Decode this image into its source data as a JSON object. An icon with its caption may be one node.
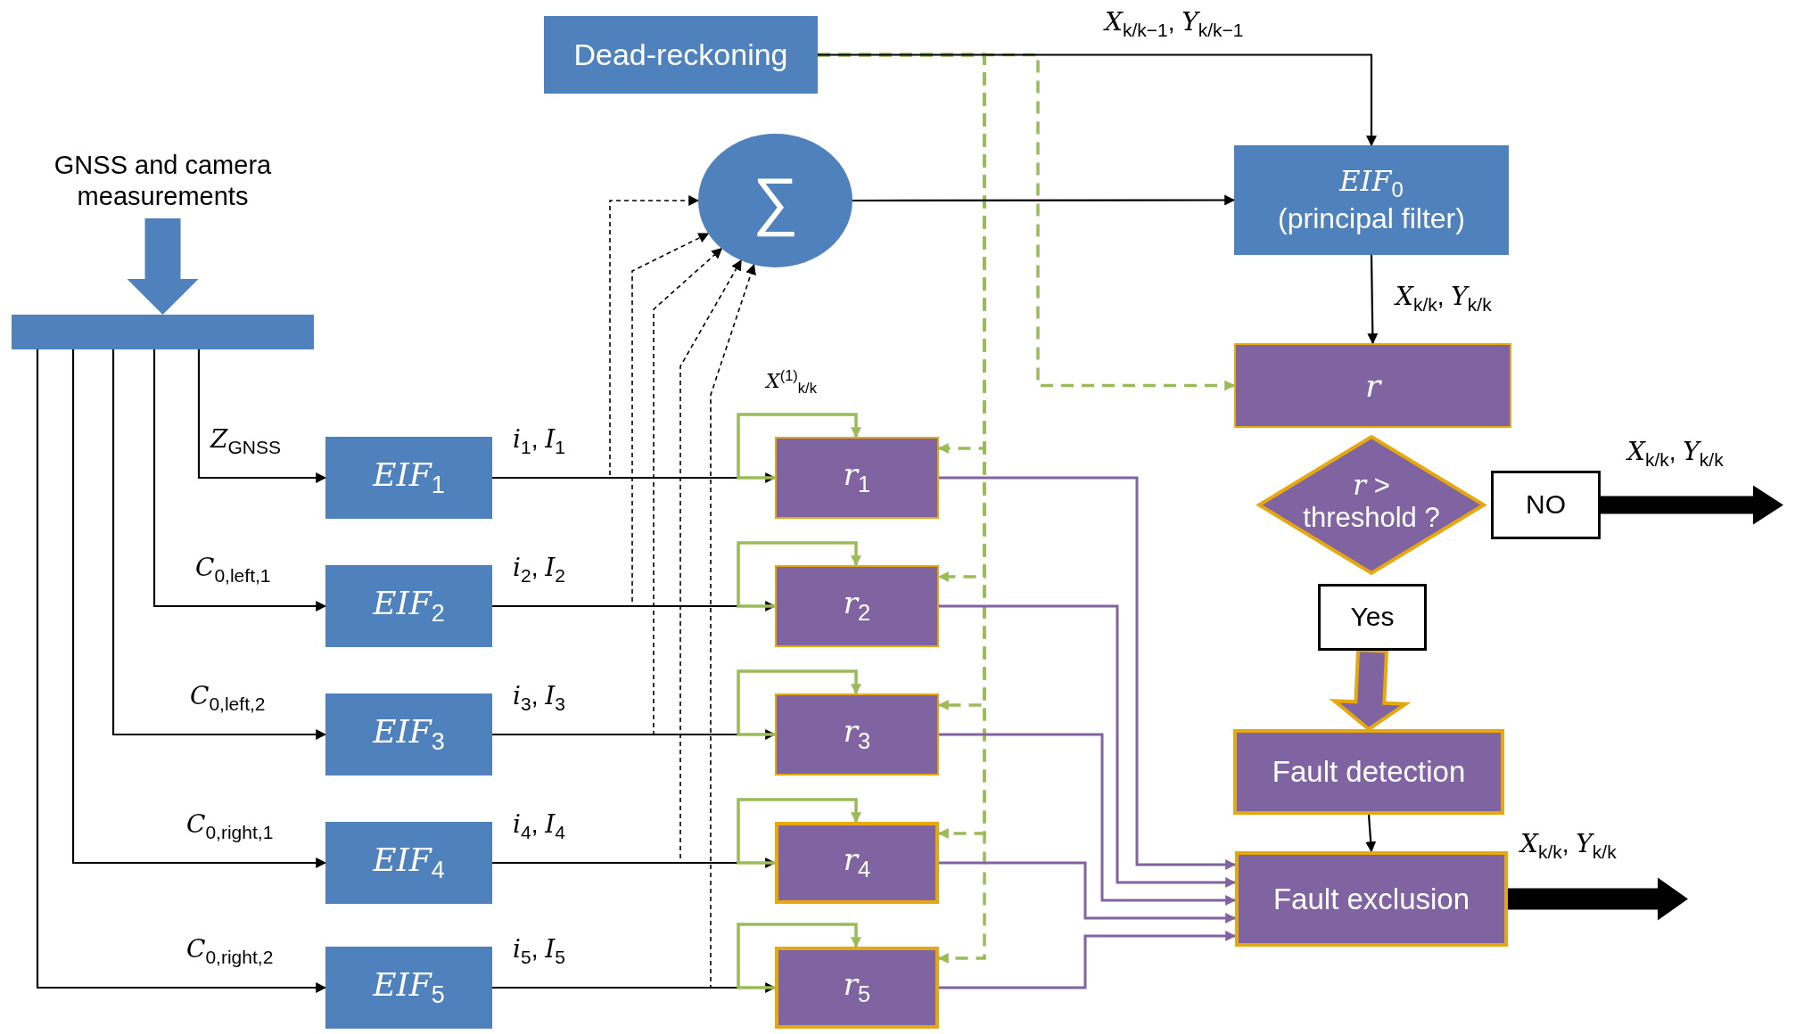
{
  "diagram": {
    "nodes": [
      {
        "text": [
          "Dead-reckoning"
        ]
      },
      {
        "text": [
          "∑"
        ]
      },
      {
        "text": [
          "*EIF*$_{0}$",
          "(principal filter)"
        ]
      },
      {
        "text": [
          "GNSS and camera measurements"
        ]
      },
      {
        "text": [],
        "shape": "bar"
      },
      {
        "text": [
          "*EIF*$_{1}$"
        ]
      },
      {
        "text": [
          "*EIF*$_{2}$"
        ]
      },
      {
        "text": [
          "*EIF*$_{3}$"
        ]
      },
      {
        "text": [
          "*EIF*$_{4}$"
        ]
      },
      {
        "text": [
          "*EIF*$_{5}$"
        ]
      },
      {
        "text": [
          "r"
        ]
      },
      {
        "text": [
          "*r* > threshold ?"
        ]
      },
      {
        "text": [
          "NO"
        ]
      },
      {
        "text": [
          "Yes"
        ]
      },
      {
        "text": [
          "Fault detection"
        ]
      },
      {
        "text": [
          "Fault exclusion"
        ]
      },
      {
        "text": [
          "*r*$_{1}$"
        ]
      },
      {
        "text": [
          "*r*$_{2}$"
        ]
      },
      {
        "text": [
          "*r*$_{3}$"
        ]
      },
      {
        "text": [
          "*r*$_{4}$"
        ]
      },
      {
        "text": [
          "*r*$_{5}$"
        ]
      }
    ],
    "edges": [
      {
        "from": 0,
        "to": 2,
        "arrow": "to",
        "label": "*X*$_{k/k−1}$, *Y*$_{k/k−1}$"
      },
      {
        "from": 1,
        "to": 2,
        "arrow": "to"
      },
      {
        "from": 2,
        "to": 10,
        "arrow": "to",
        "label": "*X*$_{k/k}$, *Y*$_{k/k}$"
      },
      {
        "from": 12,
        "to": null,
        "arrow": "to",
        "style": "thick",
        "label": "*X*$_{k/k}$, *Y*$_{k/k}$"
      },
      {
        "from": 13,
        "to": 14,
        "arrow": "to",
        "style": "thick",
        "color": "#8064a2"
      },
      {
        "from": 14,
        "to": 15,
        "arrow": "to"
      },
      {
        "from": 15,
        "to": null,
        "arrow": "to",
        "style": "thick",
        "label": "*X*$_{k/k}$, *Y*$_{k/k}$"
      },
      {
        "from": 3,
        "to": 4,
        "arrow": "to",
        "style": "thick",
        "color": "#4f81bd"
      },
      {
        "from": 4,
        "to": 5,
        "arrow": "to",
        "label": "*Z*$_{GNSS}$"
      },
      {
        "from": 4,
        "to": 6,
        "arrow": "to",
        "label": "*C*$_{0,left,1}$"
      },
      {
        "from": 4,
        "to": 7,
        "arrow": "to",
        "label": "*C*$_{0,left,2}$"
      },
      {
        "from": 4,
        "to": 8,
        "arrow": "to",
        "label": "*C*$_{0,right,1}$"
      },
      {
        "from": 4,
        "to": 9,
        "arrow": "to",
        "label": "*C*$_{0,right,2}$"
      },
      {
        "from": 5,
        "to": 16,
        "arrow": "to",
        "label": "*i*$_{1}$, *I*$_{1}$"
      },
      {
        "from": 6,
        "to": 17,
        "arrow": "to",
        "label": "*i*$_{2}$, *I*$_{2}$"
      },
      {
        "from": 7,
        "to": 18,
        "arrow": "to",
        "label": "*i*$_{3}$, *I*$_{3}$"
      },
      {
        "from": 8,
        "to": 19,
        "arrow": "to",
        "label": "*i*$_{4}$, *I*$_{4}$"
      },
      {
        "from": 9,
        "to": 20,
        "arrow": "to",
        "label": "*i*$_{5}$, *I*$_{5}$"
      },
      {
        "from": 5,
        "to": 1,
        "arrow": "to",
        "style": "dashed"
      },
      {
        "from": 6,
        "to": 1,
        "arrow": "to",
        "style": "dashed"
      },
      {
        "from": 7,
        "to": 1,
        "arrow": "to",
        "style": "dashed"
      },
      {
        "from": 8,
        "to": 1,
        "arrow": "to",
        "style": "dashed"
      },
      {
        "from": 9,
        "to": 1,
        "arrow": "to",
        "style": "dashed"
      },
      {
        "from": 16,
        "to": 16,
        "arrow": "to",
        "color": "#9bbb59",
        "label": "*X*$^{(1)}$$_{k/k}$"
      },
      {
        "from": 17,
        "to": 17,
        "arrow": "to",
        "color": "#9bbb59"
      },
      {
        "from": 18,
        "to": 18,
        "arrow": "to",
        "color": "#9bbb59"
      },
      {
        "from": 19,
        "to": 19,
        "arrow": "to",
        "color": "#9bbb59"
      },
      {
        "from": 20,
        "to": 20,
        "arrow": "to",
        "color": "#9bbb59"
      },
      {
        "from": 0,
        "to": 16,
        "arrow": "to",
        "style": "dashed",
        "color": "#9bbb59"
      },
      {
        "from": 0,
        "to": 17,
        "arrow": "to",
        "style": "dashed",
        "color": "#9bbb59"
      },
      {
        "from": 0,
        "to": 18,
        "arrow": "to",
        "style": "dashed",
        "color": "#9bbb59"
      },
      {
        "from": 0,
        "to": 19,
        "arrow": "to",
        "style": "dashed",
        "color": "#9bbb59"
      },
      {
        "from": 0,
        "to": 20,
        "arrow": "to",
        "style": "dashed",
        "color": "#9bbb59"
      },
      {
        "from": 0,
        "to": 10,
        "arrow": "to",
        "style": "dashed",
        "color": "#9bbb59"
      },
      {
        "from": 16,
        "to": 15,
        "arrow": "to",
        "color": "#8064a2"
      },
      {
        "from": 17,
        "to": 15,
        "arrow": "to",
        "color": "#8064a2"
      },
      {
        "from": 18,
        "to": 15,
        "arrow": "to",
        "color": "#8064a2"
      },
      {
        "from": 19,
        "to": 15,
        "arrow": "to",
        "color": "#8064a2"
      },
      {
        "from": 20,
        "to": 15,
        "arrow": "to",
        "color": "#8064a2"
      }
    ]
  }
}
